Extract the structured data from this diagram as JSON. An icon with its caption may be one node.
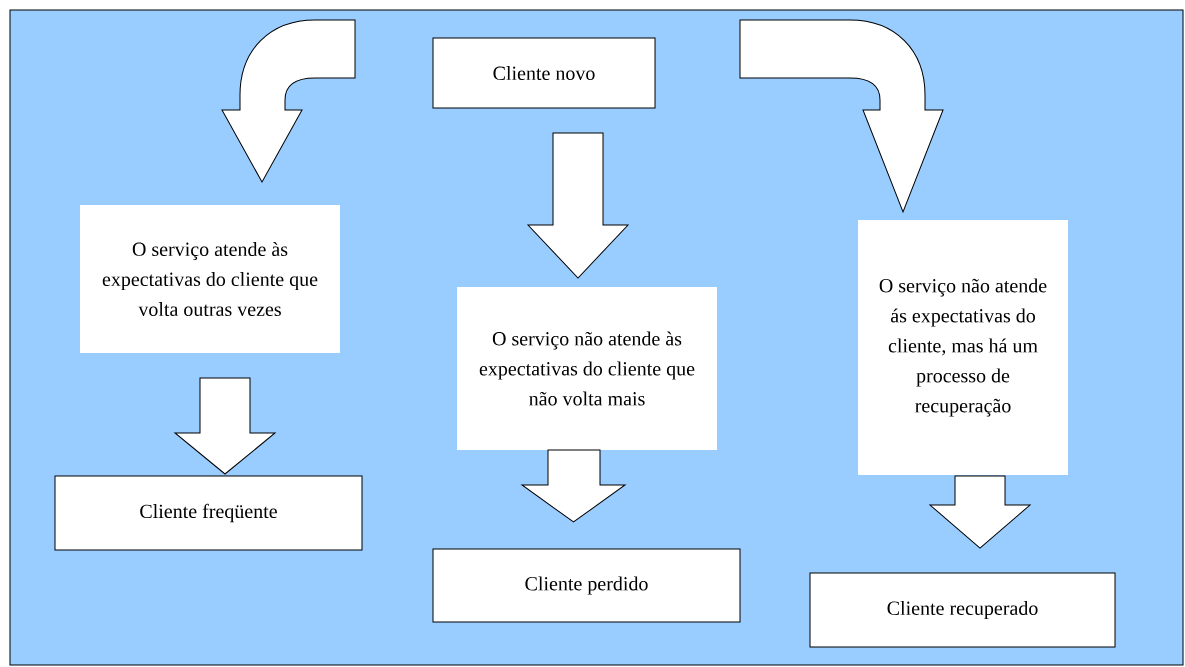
{
  "diagram": {
    "nodes": [
      {
        "text": [
          "Cliente novo"
        ]
      },
      {
        "text": [
          "O serviço atende às expectativas do cliente que volta outras vezes"
        ]
      },
      {
        "text": [
          "O serviço não atende às expectativas do cliente que não volta mais"
        ]
      },
      {
        "text": [
          "O serviço não atende ás expectativas do cliente, mas há um processo de recuperação"
        ]
      },
      {
        "text": [
          "Cliente freqüente"
        ]
      },
      {
        "text": [
          "Cliente perdido"
        ]
      },
      {
        "text": [
          "Cliente recuperado"
        ]
      }
    ],
    "edges": [
      {
        "from": 0,
        "to": 1,
        "arrow": "to"
      },
      {
        "from": 0,
        "to": 2,
        "arrow": "to"
      },
      {
        "from": 0,
        "to": 3,
        "arrow": "to"
      },
      {
        "from": 1,
        "to": 4,
        "arrow": "to"
      },
      {
        "from": 2,
        "to": 5,
        "arrow": "to"
      },
      {
        "from": 3,
        "to": 6,
        "arrow": "to"
      }
    ]
  }
}
